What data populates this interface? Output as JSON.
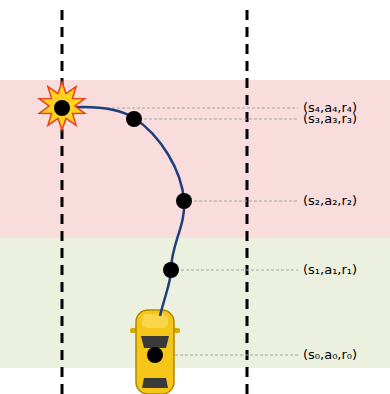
{
  "diagram": {
    "labels": [
      "(s₄,a₄,r₄)",
      "(s₃,a₃,r₃)",
      "(s₂,a₂,r₂)",
      "(s₁,a₁,r₁)",
      "(s₀,a₀,r₀)"
    ]
  }
}
